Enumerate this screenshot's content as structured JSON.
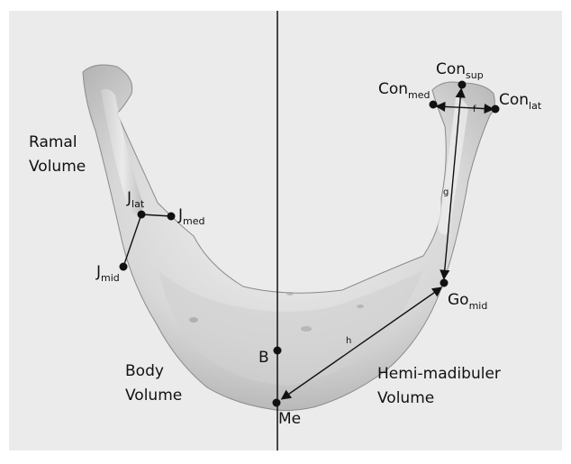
{
  "figure": {
    "region_labels": {
      "ramal": [
        "Ramal",
        "Volume"
      ],
      "body": [
        "Body",
        "Volume"
      ],
      "hemi": [
        "Hemi-madibuler",
        "Volume"
      ]
    },
    "landmarks": {
      "con_sup": {
        "base": "Con",
        "sub": "sup"
      },
      "con_med": {
        "base": "Con",
        "sub": "med"
      },
      "con_lat": {
        "base": "Con",
        "sub": "lat"
      },
      "go_mid": {
        "base": "Go",
        "sub": "mid"
      },
      "j_lat": {
        "base": "J",
        "sub": "lat"
      },
      "j_med": {
        "base": "J",
        "sub": "med"
      },
      "j_mid": {
        "base": "J",
        "sub": "mid"
      },
      "b": {
        "base": "B"
      },
      "me": {
        "base": "Me"
      }
    },
    "measurements": {
      "f": "f",
      "g": "g",
      "h": "h"
    }
  }
}
